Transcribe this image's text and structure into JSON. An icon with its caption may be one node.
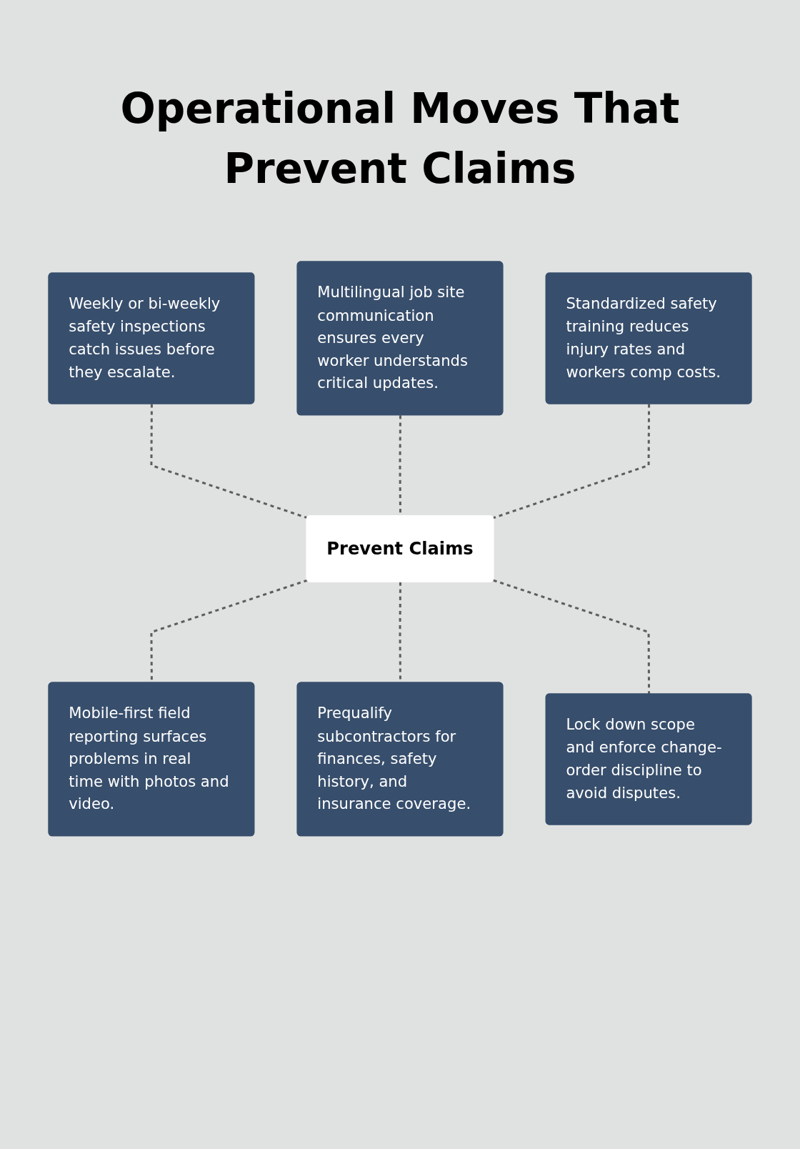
{
  "diagram": {
    "title": "Operational Moves That Prevent Claims",
    "nodes": [
      {
        "text": [
          "Weekly or bi-weekly safety inspections catch issues before they escalate."
        ]
      },
      {
        "text": [
          "Multilingual job site communication ensures every worker understands critical updates."
        ]
      },
      {
        "text": [
          "Standardized safety training reduces injury rates and workers comp costs."
        ]
      },
      {
        "text": [
          "Prevent Claims"
        ]
      },
      {
        "text": [
          "Mobile-first field reporting surfaces problems in real time with photos and video."
        ]
      },
      {
        "text": [
          "Prequalify subcontractors for finances, safety history, and insurance coverage."
        ]
      },
      {
        "text": [
          "Lock down scope and enforce change-order discipline to avoid disputes."
        ]
      }
    ],
    "edges": [
      {
        "from": 0,
        "to": 3,
        "arrow": "none",
        "style": "dashed"
      },
      {
        "from": 1,
        "to": 3,
        "arrow": "none",
        "style": "dashed"
      },
      {
        "from": 2,
        "to": 3,
        "arrow": "none",
        "style": "dashed"
      },
      {
        "from": 3,
        "to": 4,
        "arrow": "none",
        "style": "dashed"
      },
      {
        "from": 3,
        "to": 5,
        "arrow": "none",
        "style": "dashed"
      },
      {
        "from": 3,
        "to": 6,
        "arrow": "none",
        "style": "dashed"
      }
    ]
  }
}
